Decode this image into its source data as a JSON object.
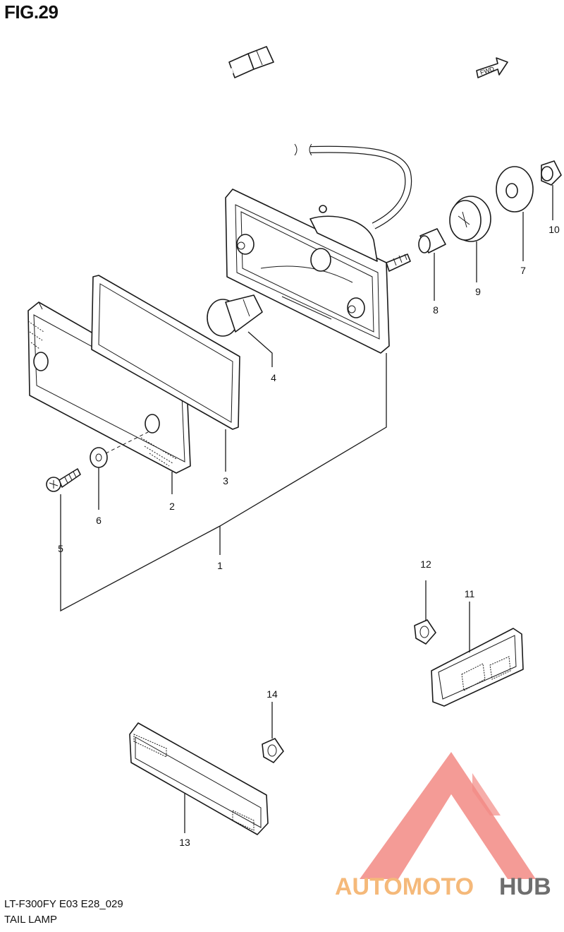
{
  "figure": {
    "title": "FIG.29",
    "fwd_label": "FWD"
  },
  "callouts": [
    {
      "id": "1",
      "label": "1"
    },
    {
      "id": "2",
      "label": "2"
    },
    {
      "id": "3",
      "label": "3"
    },
    {
      "id": "4",
      "label": "4"
    },
    {
      "id": "5",
      "label": "5"
    },
    {
      "id": "6",
      "label": "6"
    },
    {
      "id": "7",
      "label": "7"
    },
    {
      "id": "8",
      "label": "8"
    },
    {
      "id": "9",
      "label": "9"
    },
    {
      "id": "10",
      "label": "10"
    },
    {
      "id": "11",
      "label": "11"
    },
    {
      "id": "12",
      "label": "12"
    },
    {
      "id": "13",
      "label": "13"
    },
    {
      "id": "14",
      "label": "14"
    }
  ],
  "footer": {
    "model_code": "LT-F300FY E03 E28_029",
    "section_name": "TAIL LAMP"
  },
  "watermark": {
    "word_part1": "AUTOMOTO",
    "word_part2": "HUB",
    "color_primary": "#f28a84",
    "color_secondary": "#f5b97a",
    "color_dark": "#6e6e6e"
  }
}
